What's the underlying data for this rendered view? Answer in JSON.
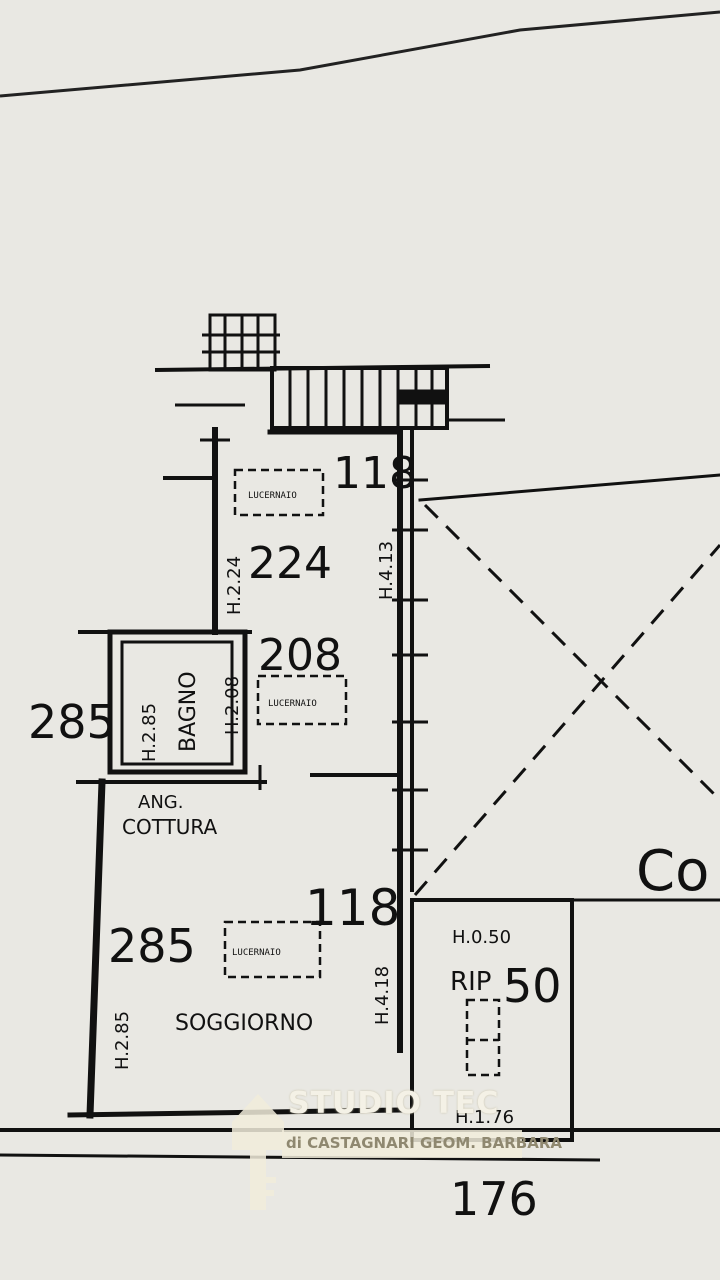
{
  "labels": {
    "dim_118_top": "118",
    "dim_224": "224",
    "dim_208": "208",
    "dim_285_left": "285",
    "dim_285_living": "285",
    "dim_118_mid": "118",
    "dim_50": "50",
    "dim_176": "176",
    "h_224": "H.2.24",
    "h_413_top": "H.4.13",
    "h_285_bagno": "H.2.85",
    "bagno": "BAGNO",
    "h_208": "H.2.08",
    "ang": "ANG.",
    "cottura": "COTTURA",
    "h_285_living": "H.2.85",
    "soggiorno": "SOGGIORNO",
    "h_418": "H.4.18",
    "h_050": "H.0.50",
    "rip": "RIP",
    "h_176": "H.1.76",
    "lucernaio_1": "LUCERNAIO",
    "lucernaio_2": "LUCERNAIO",
    "lucernaio_3": "LUCERNAIO",
    "co": "Co"
  },
  "watermark": {
    "title": "STUDIO TEC",
    "subtitle": "di CASTAGNARI  GEOM. BARBARA"
  },
  "colors": {
    "paper": "#e9e8e3",
    "ink": "#111111",
    "watermark": "#f1ecda"
  }
}
